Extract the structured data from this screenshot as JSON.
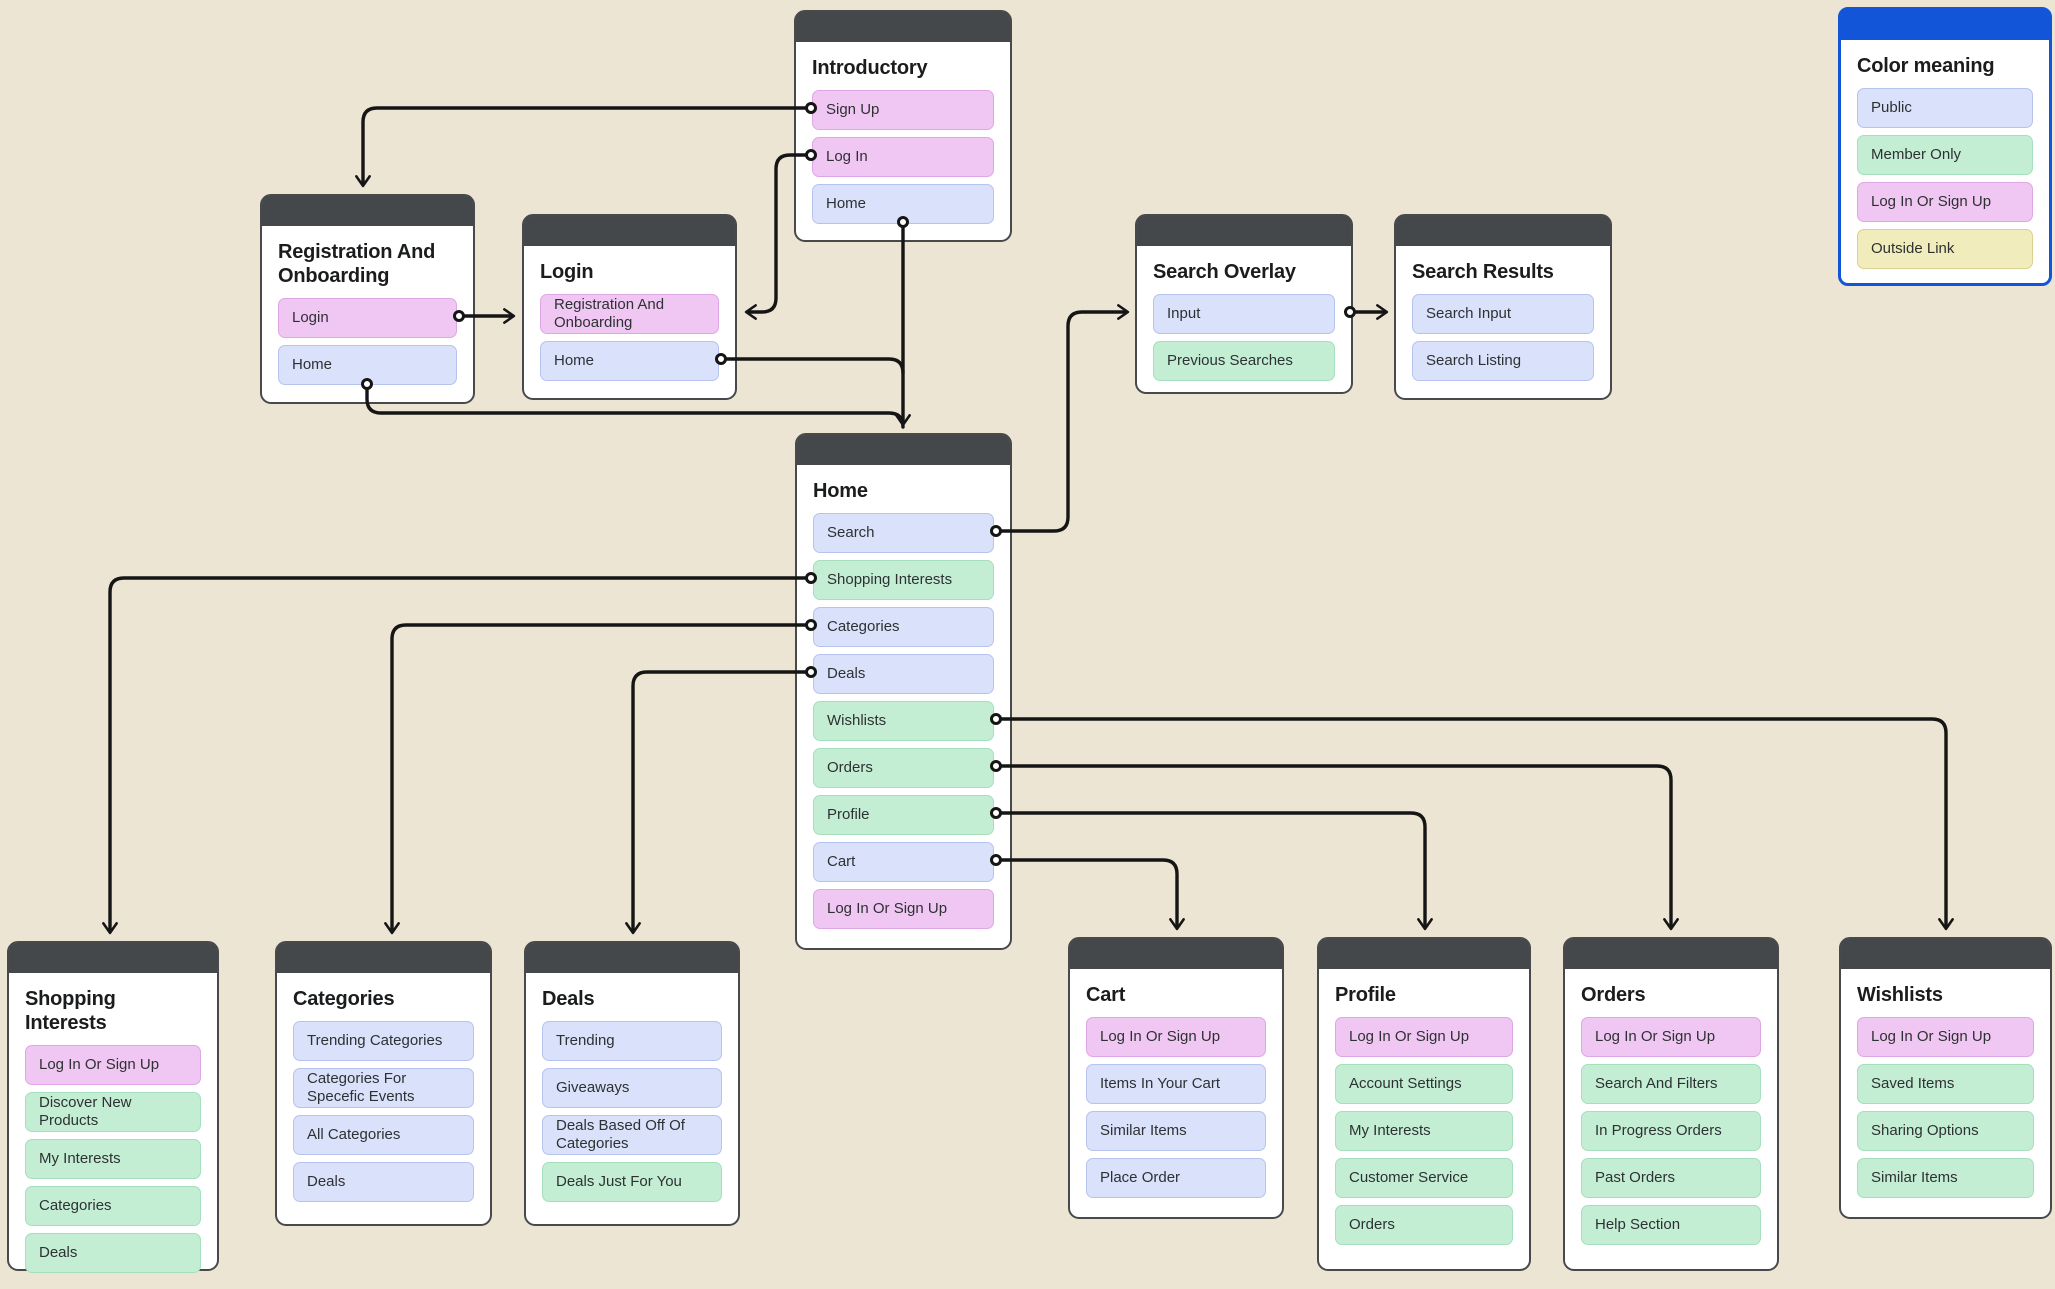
{
  "diagram": {
    "background_color": "#ede5d3",
    "card_header_color": "#45484b",
    "legend_accent_color": "#1355d8",
    "connector_color": "#151515"
  },
  "palette": {
    "public": {
      "fill": "#d9e2fa",
      "border": "#b6c3ee"
    },
    "member_only": {
      "fill": "#c3eed4",
      "border": "#a5dfbd"
    },
    "log_in_or_sign_up": {
      "fill": "#f0c7f2",
      "border": "#dfa6e6"
    },
    "outside_link": {
      "fill": "#f1ecbc",
      "border": "#dbd08f"
    }
  },
  "legend": {
    "title": "Color meaning",
    "rows": [
      {
        "label": "Public",
        "type": "public"
      },
      {
        "label": "Member Only",
        "type": "member_only"
      },
      {
        "label": "Log In Or Sign Up",
        "type": "log_in_or_sign_up"
      },
      {
        "label": "Outside Link",
        "type": "outside_link"
      }
    ]
  },
  "cards": {
    "introductory": {
      "title": "Introductory",
      "rows": [
        {
          "label": "Sign Up",
          "type": "log_in_or_sign_up"
        },
        {
          "label": "Log In",
          "type": "log_in_or_sign_up"
        },
        {
          "label": "Home",
          "type": "public"
        }
      ]
    },
    "registration": {
      "title": "Registration And Onboarding",
      "rows": [
        {
          "label": "Login",
          "type": "log_in_or_sign_up"
        },
        {
          "label": "Home",
          "type": "public"
        }
      ]
    },
    "login": {
      "title": "Login",
      "rows": [
        {
          "label": "Registration And Onboarding",
          "type": "log_in_or_sign_up"
        },
        {
          "label": "Home",
          "type": "public"
        }
      ]
    },
    "search_overlay": {
      "title": "Search Overlay",
      "rows": [
        {
          "label": "Input",
          "type": "public"
        },
        {
          "label": "Previous Searches",
          "type": "member_only"
        }
      ]
    },
    "search_results": {
      "title": "Search Results",
      "rows": [
        {
          "label": "Search Input",
          "type": "public"
        },
        {
          "label": "Search Listing",
          "type": "public"
        }
      ]
    },
    "home": {
      "title": "Home",
      "rows": [
        {
          "label": "Search",
          "type": "public"
        },
        {
          "label": "Shopping Interests",
          "type": "member_only"
        },
        {
          "label": "Categories",
          "type": "public"
        },
        {
          "label": "Deals",
          "type": "public"
        },
        {
          "label": "Wishlists",
          "type": "member_only"
        },
        {
          "label": "Orders",
          "type": "member_only"
        },
        {
          "label": "Profile",
          "type": "member_only"
        },
        {
          "label": "Cart",
          "type": "public"
        },
        {
          "label": "Log In Or Sign Up",
          "type": "log_in_or_sign_up"
        }
      ]
    },
    "shopping_interests": {
      "title": "Shopping Interests",
      "rows": [
        {
          "label": "Log In Or Sign Up",
          "type": "log_in_or_sign_up"
        },
        {
          "label": "Discover New Products",
          "type": "member_only"
        },
        {
          "label": "My Interests",
          "type": "member_only"
        },
        {
          "label": "Categories",
          "type": "member_only"
        },
        {
          "label": "Deals",
          "type": "member_only"
        }
      ]
    },
    "categories": {
      "title": "Categories",
      "rows": [
        {
          "label": "Trending Categories",
          "type": "public"
        },
        {
          "label": "Categories For Specefic Events",
          "type": "public"
        },
        {
          "label": "All Categories",
          "type": "public"
        },
        {
          "label": "Deals",
          "type": "public"
        }
      ]
    },
    "deals": {
      "title": "Deals",
      "rows": [
        {
          "label": "Trending",
          "type": "public"
        },
        {
          "label": "Giveaways",
          "type": "public"
        },
        {
          "label": "Deals Based Off Of Categories",
          "type": "public"
        },
        {
          "label": "Deals Just For You",
          "type": "member_only"
        }
      ]
    },
    "cart": {
      "title": "Cart",
      "rows": [
        {
          "label": "Log In Or Sign Up",
          "type": "log_in_or_sign_up"
        },
        {
          "label": "Items In Your Cart",
          "type": "public"
        },
        {
          "label": "Similar Items",
          "type": "public"
        },
        {
          "label": "Place Order",
          "type": "public"
        }
      ]
    },
    "profile": {
      "title": "Profile",
      "rows": [
        {
          "label": "Log In Or Sign Up",
          "type": "log_in_or_sign_up"
        },
        {
          "label": "Account Settings",
          "type": "member_only"
        },
        {
          "label": "My Interests",
          "type": "member_only"
        },
        {
          "label": "Customer Service",
          "type": "member_only"
        },
        {
          "label": "Orders",
          "type": "member_only"
        }
      ]
    },
    "orders": {
      "title": "Orders",
      "rows": [
        {
          "label": "Log In Or Sign Up",
          "type": "log_in_or_sign_up"
        },
        {
          "label": "Search And Filters",
          "type": "member_only"
        },
        {
          "label": "In Progress Orders",
          "type": "member_only"
        },
        {
          "label": "Past Orders",
          "type": "member_only"
        },
        {
          "label": "Help Section",
          "type": "member_only"
        }
      ]
    },
    "wishlists": {
      "title": "Wishlists",
      "rows": [
        {
          "label": "Log In Or Sign Up",
          "type": "log_in_or_sign_up"
        },
        {
          "label": "Saved Items",
          "type": "member_only"
        },
        {
          "label": "Sharing Options",
          "type": "member_only"
        },
        {
          "label": "Similar Items",
          "type": "member_only"
        }
      ]
    }
  },
  "connections": [
    {
      "from": "Introductory / Sign Up",
      "to": "Registration And Onboarding"
    },
    {
      "from": "Introductory / Log In",
      "to": "Login"
    },
    {
      "from": "Introductory / Home",
      "to": "Home"
    },
    {
      "from": "Registration And Onboarding / Login",
      "to": "Login"
    },
    {
      "from": "Registration And Onboarding / Home",
      "to": "Home"
    },
    {
      "from": "Login / Home",
      "to": "Home"
    },
    {
      "from": "Home / Search",
      "to": "Search Overlay"
    },
    {
      "from": "Search Overlay / Input",
      "to": "Search Results"
    },
    {
      "from": "Home / Shopping Interests",
      "to": "Shopping Interests"
    },
    {
      "from": "Home / Categories",
      "to": "Categories"
    },
    {
      "from": "Home / Deals",
      "to": "Deals"
    },
    {
      "from": "Home / Wishlists",
      "to": "Wishlists"
    },
    {
      "from": "Home / Orders",
      "to": "Orders"
    },
    {
      "from": "Home / Profile",
      "to": "Profile"
    },
    {
      "from": "Home / Cart",
      "to": "Cart"
    }
  ]
}
